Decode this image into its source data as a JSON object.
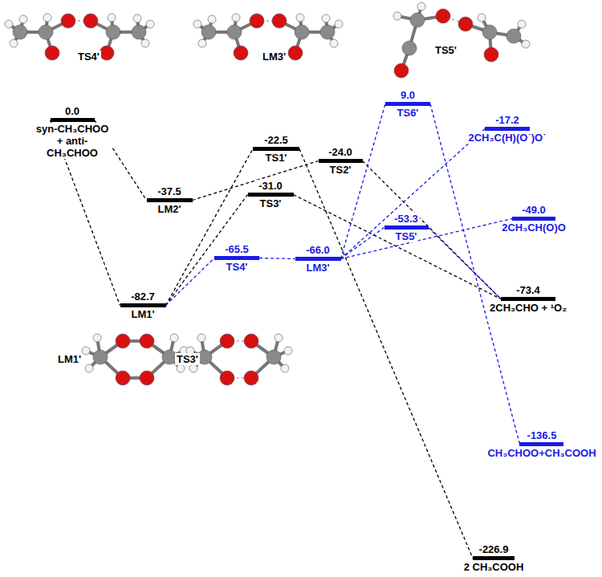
{
  "diagram": {
    "nodes": [
      {
        "text": [
          "0.0",
          "syn-CH₃CHOO + anti-CH₃CHOO"
        ]
      },
      {
        "text": [
          "-37.5",
          "LM2'"
        ]
      },
      {
        "text": [
          "-82.7",
          "LM1'"
        ]
      },
      {
        "text": [
          "-22.5",
          "TS1'"
        ]
      },
      {
        "text": [
          "-31.0",
          "TS3'"
        ]
      },
      {
        "text": [
          "-24.0",
          "TS2'"
        ]
      },
      {
        "text": [
          "-65.5",
          "TS4'"
        ]
      },
      {
        "text": [
          "-66.0",
          "LM3'"
        ]
      },
      {
        "text": [
          "9.0",
          "TS6'"
        ]
      },
      {
        "text": [
          "-53.3",
          "TS5'"
        ]
      },
      {
        "text": [
          "-17.2",
          "2CH₃C(H)(O˙)O˙"
        ]
      },
      {
        "text": [
          "-49.0",
          "2CH₃CH(O)O"
        ]
      },
      {
        "text": [
          "-73.4",
          "2CH₃CHO + ¹O₂"
        ]
      },
      {
        "text": [
          "-136.5",
          "CH₃CHOO+CH₃COOH"
        ]
      },
      {
        "text": [
          "-226.9",
          "2 CH₃COOH"
        ]
      }
    ],
    "edges": [
      {
        "from": 0,
        "to": 1,
        "arrow": "none"
      },
      {
        "from": 0,
        "to": 2,
        "arrow": "none"
      },
      {
        "from": 1,
        "to": 5,
        "arrow": "none"
      },
      {
        "from": 2,
        "to": 3,
        "arrow": "none"
      },
      {
        "from": 2,
        "to": 4,
        "arrow": "none"
      },
      {
        "from": 2,
        "to": 6,
        "arrow": "none"
      },
      {
        "from": 6,
        "to": 7,
        "arrow": "none"
      },
      {
        "from": 3,
        "to": 14,
        "arrow": "none"
      },
      {
        "from": 4,
        "to": 12,
        "arrow": "none"
      },
      {
        "from": 5,
        "to": 12,
        "arrow": "none"
      },
      {
        "from": 7,
        "to": 8,
        "arrow": "none"
      },
      {
        "from": 7,
        "to": 9,
        "arrow": "none"
      },
      {
        "from": 7,
        "to": 10,
        "arrow": "none"
      },
      {
        "from": 7,
        "to": 11,
        "arrow": "none"
      },
      {
        "from": 8,
        "to": 13,
        "arrow": "none"
      },
      {
        "from": 9,
        "to": 12,
        "arrow": "none"
      }
    ],
    "labels": [
      "TS4'",
      "LM3'",
      "TS5'",
      "LM1'",
      "TS3'"
    ]
  }
}
